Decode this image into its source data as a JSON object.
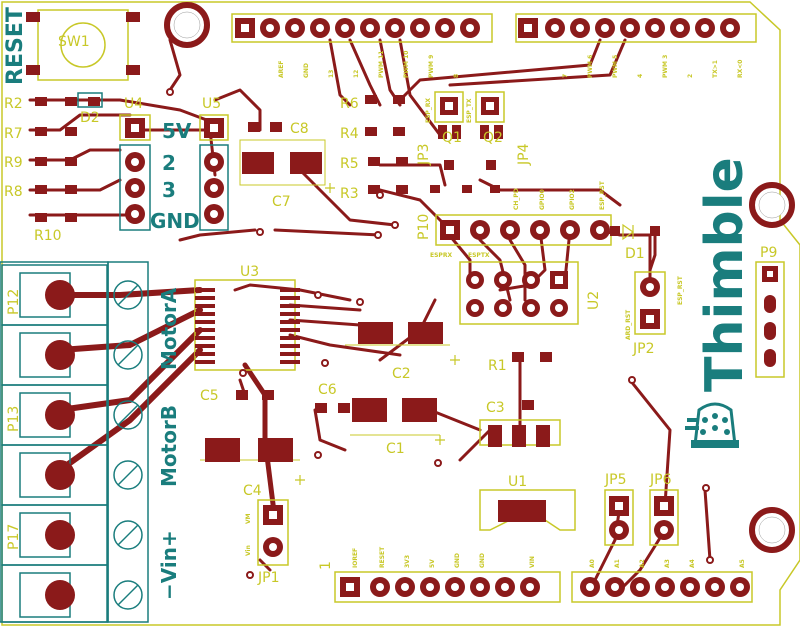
{
  "colors": {
    "background": "#ffffff",
    "copper": "#8b1a1a",
    "silkscreen_yellow": "#c8c828",
    "silkscreen_teal": "#1a7d7d"
  },
  "labels": {
    "reset": "RESET",
    "sw1": "SW1",
    "r2": "R2",
    "r7": "R7",
    "r9": "R9",
    "r8": "R8",
    "r10": "R10",
    "d2": "D2",
    "u4": "U4",
    "u5": "U5",
    "v5": "5V",
    "n2": "2",
    "n3": "3",
    "gnd": "GND",
    "c8": "C8",
    "c7": "C7",
    "r6": "R6",
    "r4": "R4",
    "r5": "R5",
    "r3": "R3",
    "q1": "Q1",
    "q2": "Q2",
    "jp3": "JP3",
    "jp4": "JP4",
    "esp_rx": "ESP_RX",
    "esp_tx": "ESP_TX",
    "p10": "P10",
    "ch_pd": "CH_PD",
    "gpio0": "GPIO0",
    "gpio2": "GPIO2",
    "esp_rst": "ESP_RST",
    "esprx": "ESPRX",
    "esptx": "ESPTX",
    "d1": "D1",
    "u2": "U2",
    "esp_rst2": "ESP_RST",
    "ard_rst": "ARD_RST",
    "jp2": "JP2",
    "p9": "P9",
    "thimble": "Thimble",
    "p12": "P12",
    "p13": "P13",
    "p17": "P17",
    "motor_a": "MotorA",
    "motor_b": "MotorB",
    "vin": "−Vin+",
    "u3": "U3",
    "c5": "C5",
    "c6": "C6",
    "c2": "C2",
    "c1": "C1",
    "c3": "C3",
    "c4": "C4",
    "r1": "R1",
    "u1": "U1",
    "jp1": "JP1",
    "vm": "VM",
    "vin_small": "Vin",
    "jp5": "JP5",
    "jp6": "JP6",
    "one": "1",
    "top_pins": [
      "AREF",
      "GND",
      "13",
      "12",
      "PWM 11",
      "PWM 10",
      "PWM 9",
      "8"
    ],
    "top_pins_right": [
      "7",
      "PWM 6",
      "PWM 5",
      "4",
      "PWM 3",
      "2",
      "TX>1",
      "RX<0"
    ],
    "power_pins": [
      "IOREF",
      "RESET",
      "3V3",
      "5V",
      "GND",
      "GND",
      "VIN"
    ],
    "analog_pins": [
      "A0",
      "A1",
      "A2",
      "A3",
      "A4",
      "A5"
    ]
  }
}
